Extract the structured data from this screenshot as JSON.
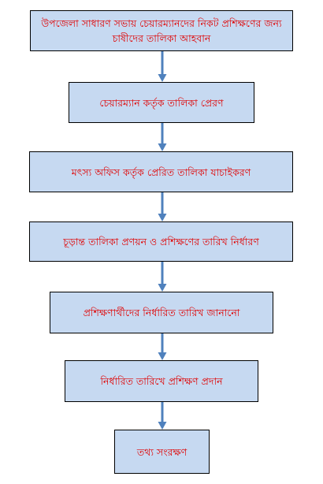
{
  "flowchart": {
    "arrow_color": "#4f81bd",
    "box_fill": "#c6d9f1",
    "text_color": "#e00000",
    "steps": [
      {
        "label": "উপজেলা সাধারণ সভায় চেয়ারম্যানদের নিকট প্রশিক্ষণের জন্য চাষীদের তালিকা আহবান"
      },
      {
        "label": "চেয়ারম্যান কর্তৃক তালিকা প্রেরণ"
      },
      {
        "label": "মৎস্য অফিস কর্তৃক প্রেরিত তালিকা যাচাইকরণ"
      },
      {
        "label": "চূড়ান্ত তালিকা প্রণয়ন ও প্রশিক্ষণের তারিখ নির্ধারণ"
      },
      {
        "label": "প্রশিক্ষণার্থীদের নির্ধারিত তারিখ জানানো"
      },
      {
        "label": "নির্ধারিত তারিখে প্রশিক্ষণ প্রদান"
      },
      {
        "label": "তথ্য সংরক্ষণ"
      }
    ]
  }
}
